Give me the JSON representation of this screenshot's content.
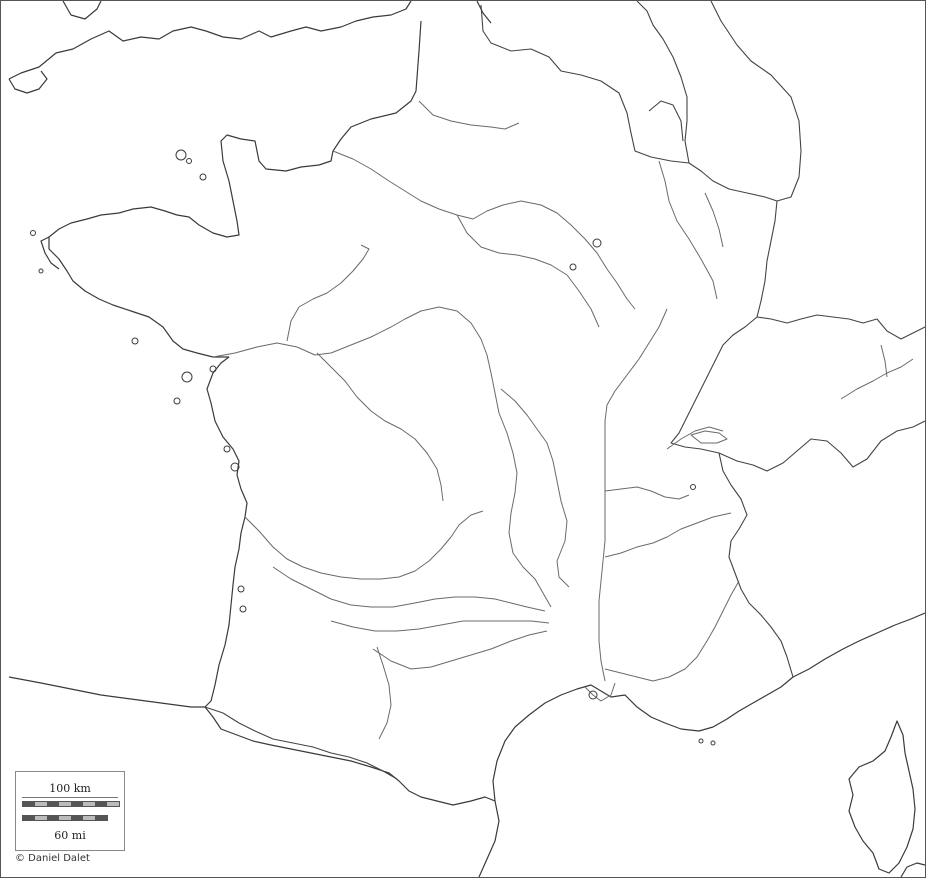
{
  "map": {
    "scale": {
      "km_label": "100 km",
      "mi_label": "60 mi"
    },
    "credit": "© Daniel Dalet"
  },
  "colors": {
    "background": "#ffffff",
    "lines": "#3a3a3a",
    "rivers": "#6a6a6a"
  }
}
